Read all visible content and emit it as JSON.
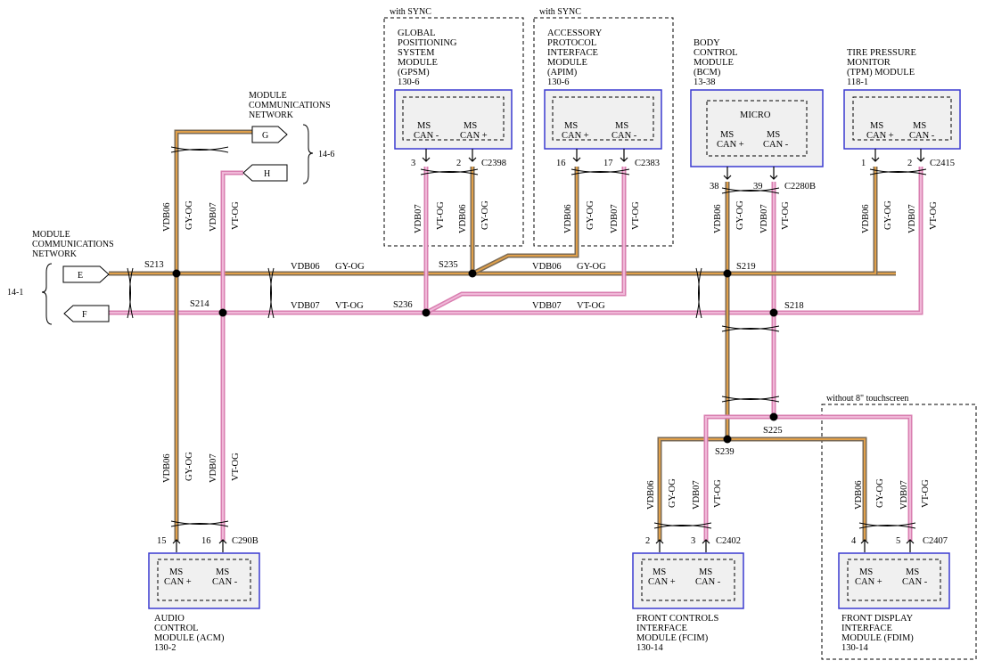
{
  "wire_colors": {
    "gy_og_outer": "#7a6a55",
    "gy_og_inner": "#e0a04a",
    "vt_og_outer": "#d97fb0",
    "vt_og_inner": "#f0b8d8",
    "box_border": "#3a3ad0",
    "module_fill": "#f0f0f0"
  },
  "network": {
    "mcn_top": [
      "MODULE",
      "COMMUNICATIONS",
      "NETWORK"
    ],
    "mcn_top_ref": "14-6",
    "mcn_left": [
      "MODULE",
      "COMMUNICATIONS",
      "NETWORK"
    ],
    "mcn_left_ref": "14-1",
    "connectors": {
      "g": "G",
      "h": "H",
      "e": "E",
      "f": "F"
    }
  },
  "wires": {
    "vdb06": "VDB06",
    "vdb07": "VDB07",
    "gy_og": "GY-OG",
    "vt_og": "VT-OG"
  },
  "splices": {
    "s213": "S213",
    "s214": "S214",
    "s235": "S235",
    "s236": "S236",
    "s219": "S219",
    "s218": "S218",
    "s225": "S225",
    "s239": "S239"
  },
  "options": {
    "with_sync_1": "with SYNC",
    "with_sync_2": "with SYNC",
    "without_touch": "without 8\" touchscreen"
  },
  "modules": {
    "gpsm": {
      "name": [
        "GLOBAL",
        "POSITIONING",
        "SYSTEM",
        "MODULE",
        "(GPSM)",
        "130-6"
      ],
      "pin_a_label": [
        "MS",
        "CAN -"
      ],
      "pin_b_label": [
        "MS",
        "CAN +"
      ],
      "pin_a": "3",
      "pin_b": "2",
      "connector": "C2398"
    },
    "apim": {
      "name": [
        "ACCESSORY",
        "PROTOCOL",
        "INTERFACE",
        "MODULE",
        "(APIM)",
        "130-6"
      ],
      "pin_a_label": [
        "MS",
        "CAN +"
      ],
      "pin_b_label": [
        "MS",
        "CAN -"
      ],
      "pin_a": "16",
      "pin_b": "17",
      "connector": "C2383"
    },
    "bcm": {
      "name": [
        "BODY",
        "CONTROL",
        "MODULE",
        "(BCM)",
        "13-38"
      ],
      "micro": "MICRO",
      "pin_a_label": [
        "MS",
        "CAN +"
      ],
      "pin_b_label": [
        "MS",
        "CAN -"
      ],
      "pin_a": "38",
      "pin_b": "39",
      "connector": "C2280B"
    },
    "tpm": {
      "name": [
        "TIRE PRESSURE",
        "MONITOR",
        "(TPM) MODULE",
        "118-1"
      ],
      "pin_a_label": [
        "MS",
        "CAN +"
      ],
      "pin_b_label": [
        "MS",
        "CAN -"
      ],
      "pin_a": "1",
      "pin_b": "2",
      "connector": "C2415"
    },
    "acm": {
      "name": [
        "AUDIO",
        "CONTROL",
        "MODULE (ACM)",
        "130-2"
      ],
      "pin_a_label": [
        "MS",
        "CAN +"
      ],
      "pin_b_label": [
        "MS",
        "CAN -"
      ],
      "pin_a": "15",
      "pin_b": "16",
      "connector": "C290B"
    },
    "fcim": {
      "name": [
        "FRONT CONTROLS",
        "INTERFACE",
        "MODULE (FCIM)",
        "130-14"
      ],
      "pin_a_label": [
        "MS",
        "CAN +"
      ],
      "pin_b_label": [
        "MS",
        "CAN -"
      ],
      "pin_a": "2",
      "pin_b": "3",
      "connector": "C2402"
    },
    "fdim": {
      "name": [
        "FRONT DISPLAY",
        "INTERFACE",
        "MODULE (FDIM)",
        "130-14"
      ],
      "pin_a_label": [
        "MS",
        "CAN +"
      ],
      "pin_b_label": [
        "MS",
        "CAN -"
      ],
      "pin_a": "4",
      "pin_b": "5",
      "connector": "C2407"
    }
  }
}
